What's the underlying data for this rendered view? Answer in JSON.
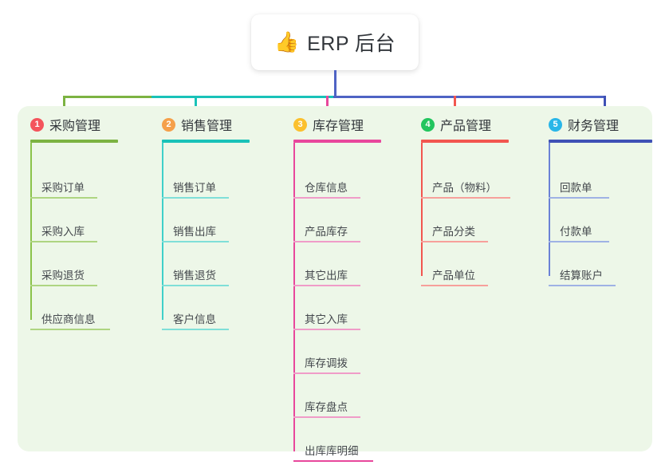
{
  "root": {
    "icon": "thumbs-up-icon",
    "icon_glyph": "👍",
    "label": "ERP 后台"
  },
  "panel": {
    "background": "#edf7e8"
  },
  "connectors": {
    "stem_color": "#4f63c4",
    "bus_segments": [
      {
        "color": "#7cb342"
      },
      {
        "color": "#19c2b8"
      },
      {
        "color": "#4f63c4"
      }
    ]
  },
  "columns": [
    {
      "badge": "1",
      "badge_color": "#f4545c",
      "title": "采购管理",
      "color": "#7cb342",
      "rule_color": "#7cb342",
      "spine_color": "#8bc34a",
      "item_rule_color": "#aed581",
      "items": [
        {
          "label": "采购订单",
          "rule_width": 84
        },
        {
          "label": "采购入库",
          "rule_width": 84
        },
        {
          "label": "采购退货",
          "rule_width": 84
        },
        {
          "label": "供应商信息",
          "rule_width": 100
        }
      ]
    },
    {
      "badge": "2",
      "badge_color": "#f5a04a",
      "title": "销售管理",
      "color": "#19c2b8",
      "rule_color": "#19c2b8",
      "spine_color": "#3fd0c9",
      "item_rule_color": "#7fdfd8",
      "items": [
        {
          "label": "销售订单",
          "rule_width": 84
        },
        {
          "label": "销售出库",
          "rule_width": 84
        },
        {
          "label": "销售退货",
          "rule_width": 84
        },
        {
          "label": "客户信息",
          "rule_width": 84
        }
      ]
    },
    {
      "badge": "3",
      "badge_color": "#fbc02d",
      "title": "库存管理",
      "color": "#e8479c",
      "rule_color": "#e8479c",
      "spine_color": "#e8479c",
      "item_rule_color": "#f09cc8",
      "items": [
        {
          "label": "仓库信息",
          "rule_width": 84
        },
        {
          "label": "产品库存",
          "rule_width": 84
        },
        {
          "label": "其它出库",
          "rule_width": 84
        },
        {
          "label": "其它入库",
          "rule_width": 84
        },
        {
          "label": "库存调拨",
          "rule_width": 84
        },
        {
          "label": "库存盘点",
          "rule_width": 84
        },
        {
          "label": "出库库明细",
          "rule_width": 100
        }
      ]
    },
    {
      "badge": "4",
      "badge_color": "#22c55e",
      "title": "产品管理",
      "color": "#f2564f",
      "rule_color": "#f2564f",
      "spine_color": "#f2564f",
      "item_rule_color": "#f7a09b",
      "items": [
        {
          "label": "产品（物料）",
          "rule_width": 112
        },
        {
          "label": "产品分类",
          "rule_width": 84
        },
        {
          "label": "产品单位",
          "rule_width": 84
        }
      ]
    },
    {
      "badge": "5",
      "badge_color": "#29b6e8",
      "title": "财务管理",
      "color": "#3f51b5",
      "rule_color": "#3f51b5",
      "spine_color": "#6b82d6",
      "item_rule_color": "#9fb2e4",
      "items": [
        {
          "label": "回款单",
          "rule_width": 76
        },
        {
          "label": "付款单",
          "rule_width": 76
        },
        {
          "label": "结算账户",
          "rule_width": 84
        }
      ]
    }
  ]
}
